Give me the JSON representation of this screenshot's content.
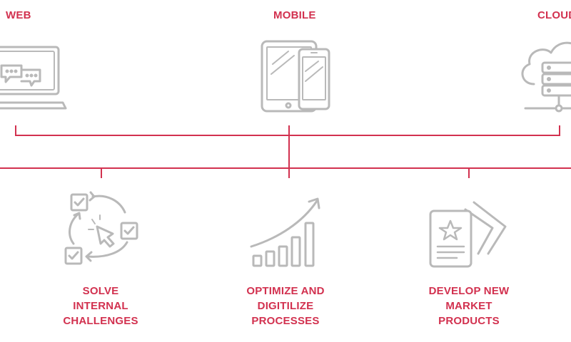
{
  "top": {
    "web": {
      "label": "WEB",
      "icon": "laptop-chat-icon"
    },
    "mobile": {
      "label": "MOBILE",
      "icon": "tablet-phone-icon"
    },
    "cloud": {
      "label": "CLOUD",
      "icon": "cloud-server-icon"
    }
  },
  "bottom": {
    "solve": {
      "lines": [
        "SOLVE",
        "INTERNAL",
        "CHALLENGES"
      ],
      "icon": "task-cycle-cursor-icon"
    },
    "optimize": {
      "lines": [
        "OPTIMIZE AND",
        "DIGITILIZE",
        "PROCESSES"
      ],
      "icon": "growth-chart-icon"
    },
    "develop": {
      "lines": [
        "DEVELOP NEW",
        "MARKET",
        "PRODUCTS"
      ],
      "icon": "product-cards-icon"
    }
  },
  "colors": {
    "accent": "#d2314f",
    "icon": "#b9b9b9"
  }
}
